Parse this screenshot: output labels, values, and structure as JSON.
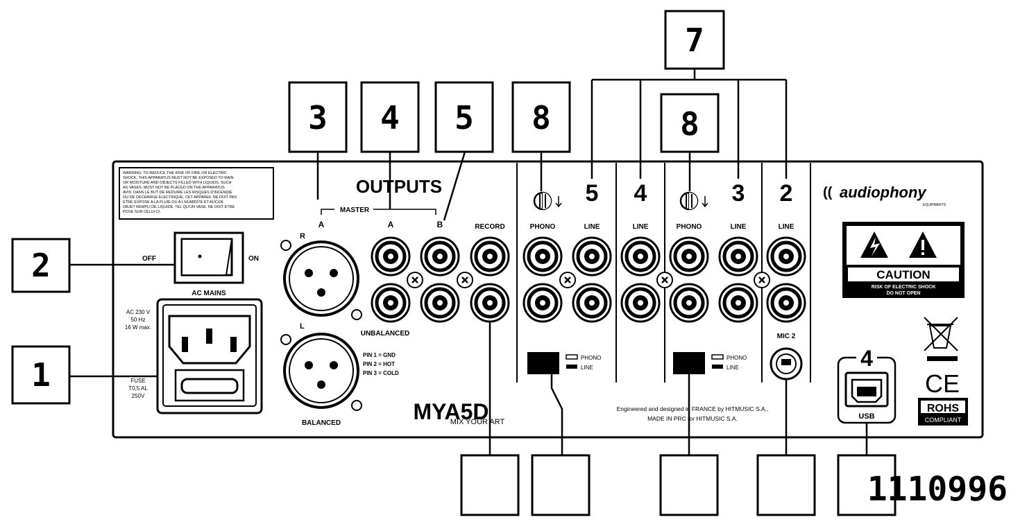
{
  "panel": {
    "outputs_heading": "OUTPUTS",
    "master_label": "MASTER",
    "master_a_label": "A",
    "unbal_a_label": "A",
    "unbal_b_label": "B",
    "record_label": "RECORD",
    "xlr_r_label": "R",
    "xlr_l_label": "L",
    "unbalanced_label": "UNBALANCED",
    "balanced_label": "BALANCED",
    "pin_lines": [
      "PIN 1 = GND",
      "PIN 2 = HOT",
      "PIN 3 = COLD"
    ],
    "switch_off": "OFF",
    "switch_on": "ON",
    "ac_mains": "AC MAINS",
    "power_spec": [
      "AC 230 V",
      "50 Hz",
      "16 W max."
    ],
    "fuse_spec": [
      "FUSE",
      "T0,5 AL",
      "250V"
    ],
    "warning_lines": [
      "WARNING: TO REDUCE THE RISK OF FIRE OR ELECTRIC",
      "SHOCK, THIS APPARATUS MUST NOT BE EXPOSED TO RAIN",
      "OR MOISTURE AND OBJECTS FILLED WITH LIQUIDS, SUCH",
      "AS VASES, MUST NOT BE PLACED ON THE APPARATUS.",
      "AVIS: DANS LE BUT DE REDUIRE LES RISQUES D'INCENDIE",
      "OU DE DECHARGE ELECTRIQUE, CET APPAREIL NE DOIT PAS",
      "ETRE EXPOSE A LA PLUIE OU A L'HUMIDITE ET AUCUN",
      "OBJET REMPLI DE LIQUIDE, TEL QU'UN VASE, NE DOIT ETRE",
      "POSE SUR CELUI-CI."
    ],
    "channels": [
      {
        "number": "5",
        "labels": [
          "PHONO",
          "LINE"
        ]
      },
      {
        "number": "4",
        "labels": [
          "LINE"
        ]
      },
      {
        "number": "3",
        "labels": [
          "PHONO",
          "LINE"
        ]
      },
      {
        "number": "2",
        "labels": [
          "LINE"
        ]
      }
    ],
    "switch_opts": [
      "PHONO",
      "LINE"
    ],
    "mic_label": "MIC 2",
    "usb_number": "4",
    "usb_label": "USB",
    "brand": "audiophony",
    "brand_sub": "EQUIPMENTS",
    "caution": "CAUTION",
    "caution_sub1": "RISK OF ELECTRIC SHOCK",
    "caution_sub2": "DO NOT OPEN",
    "ce": "CE",
    "rohs": "ROHS",
    "rohs_sub": "COMPLIANT",
    "model": "MYA5D",
    "tagline": "MIX YOUR ART",
    "engineered_lines": [
      "Engineered and designed in FRANCE by HITMUSIC S.A.,",
      "MADE IN PRC for HITMUSIC S.A."
    ]
  },
  "callouts": {
    "c1": "1",
    "c2": "2",
    "c3": "3",
    "c4": "4",
    "c5": "5",
    "c7": "7",
    "c8a": "8",
    "c8b": "8"
  },
  "part_number": "1110996"
}
